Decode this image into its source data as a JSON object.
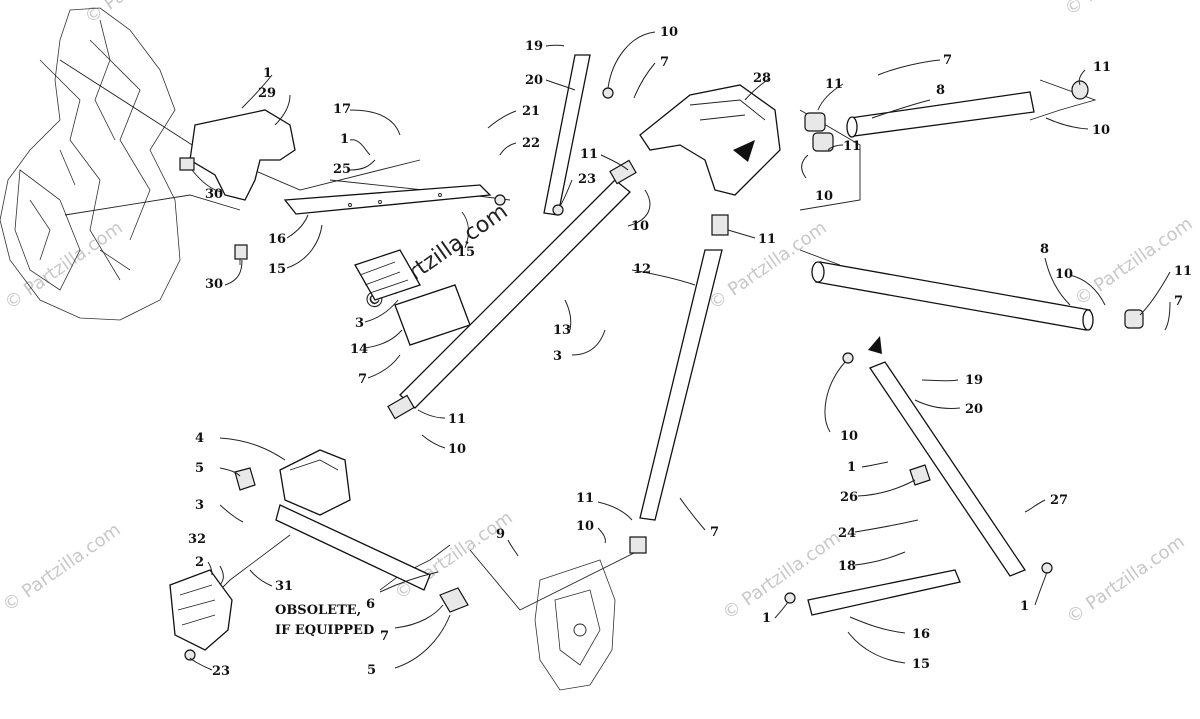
{
  "diagram": {
    "callouts": {
      "c1": "1",
      "c29": "29",
      "c30a": "30",
      "c30b": "30",
      "c17": "17",
      "c1b": "1",
      "c25": "25",
      "c16a": "16",
      "c15a": "15",
      "c15b": "15",
      "c3a": "3",
      "c14": "14",
      "c7a": "7",
      "c19a": "19",
      "c20a": "20",
      "c21": "21",
      "c22": "22",
      "c23a": "23",
      "c10a": "10",
      "c7b": "7",
      "c11a": "11",
      "c10b": "10",
      "c28": "28",
      "c12": "12",
      "c11b": "11",
      "c13": "13",
      "c3b": "3",
      "c11c": "11",
      "c10c": "10",
      "c11d": "11",
      "c11e": "11",
      "c10d": "10",
      "c7c": "7",
      "c8a": "8",
      "c11f": "11",
      "c10e": "10",
      "c8b": "8",
      "c10f": "10",
      "c11g": "11",
      "c7d": "7",
      "c19b": "19",
      "c20b": "20",
      "c10g": "10",
      "c1c": "1",
      "c26": "26",
      "c27": "27",
      "c24": "24",
      "c18": "18",
      "c1d": "1",
      "c1e": "1",
      "c16b": "16",
      "c15c": "15",
      "c4": "4",
      "c5a": "5",
      "c3c": "3",
      "c32": "32",
      "c2": "2",
      "c31": "31",
      "c23b": "23",
      "c6": "6",
      "c7e": "7",
      "c5b": "5",
      "c9": "9",
      "c11h": "11",
      "c10h": "10",
      "c7f": "7"
    },
    "note_line1": "OBSOLETE,",
    "note_line2": "IF EQUIPPED",
    "watermark": "© Partzilla.com",
    "watermark_center": "© Partzilla.com"
  }
}
